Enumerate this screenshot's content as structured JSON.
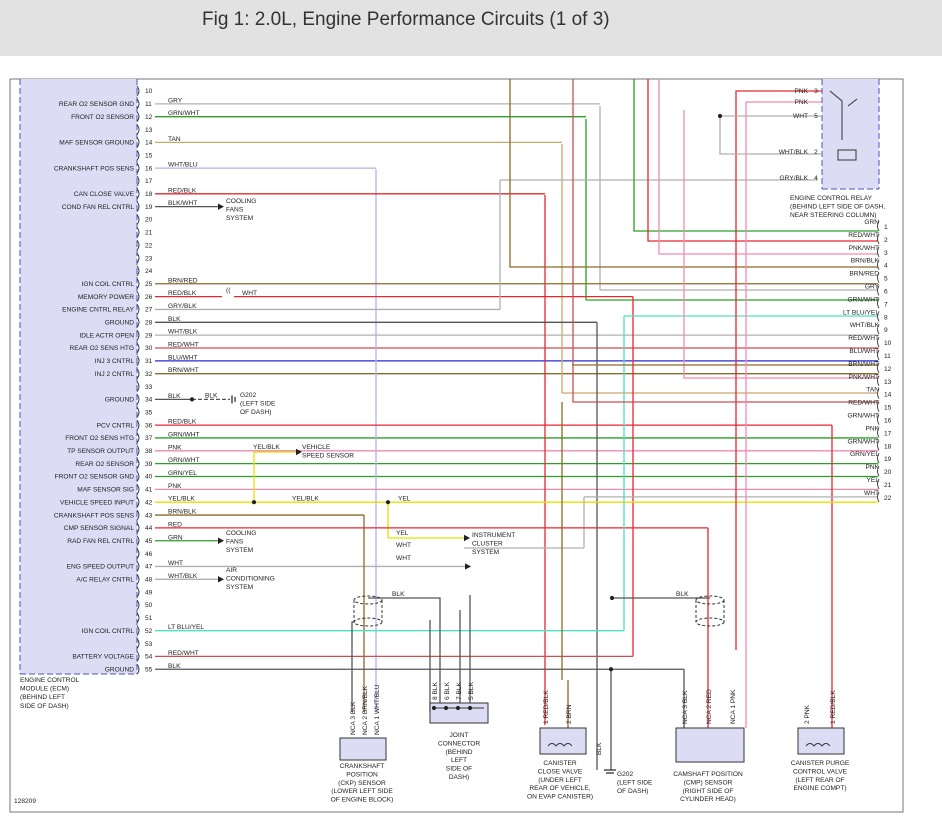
{
  "title": "Fig 1: 2.0L, Engine Performance Circuits (1 of 3)",
  "figure_id": "128209",
  "colors": {
    "ecm_fill": "#dcdcf5",
    "red": "#e8262f",
    "green": "#2aa02a",
    "yellow": "#e8e000",
    "brown": "#8a6a28",
    "pink": "#f08ab0",
    "grey": "#b0b0b0",
    "black": "#555555",
    "blue": "#2a2ad8",
    "ltblu": "#4fe0c0",
    "tan": "#c9a86a",
    "redwht": "#c85050",
    "violet": "#b8b0e0"
  },
  "ecm": {
    "title_lines": [
      "ENGINE CONTROL",
      "MODULE (ECM)",
      "(BEHIND LEFT",
      "SIDE OF DASH)"
    ],
    "pins": [
      {
        "n": "10",
        "label": "",
        "wire": ""
      },
      {
        "n": "11",
        "label": "REAR O2 SENSOR GND",
        "wire": "GRY"
      },
      {
        "n": "12",
        "label": "FRONT O2 SENSOR",
        "wire": "GRN/WHT"
      },
      {
        "n": "13",
        "label": "",
        "wire": ""
      },
      {
        "n": "14",
        "label": "MAF SENSOR GROUND",
        "wire": "TAN"
      },
      {
        "n": "15",
        "label": "",
        "wire": ""
      },
      {
        "n": "16",
        "label": "CRANKSHAFT POS SENS",
        "wire": "WHT/BLU"
      },
      {
        "n": "17",
        "label": "",
        "wire": ""
      },
      {
        "n": "18",
        "label": "CAN CLOSE VALVE",
        "wire": "RED/BLK"
      },
      {
        "n": "19",
        "label": "COND FAN REL CNTRL",
        "wire": "BLK/WHT"
      },
      {
        "n": "20",
        "label": "",
        "wire": ""
      },
      {
        "n": "21",
        "label": "",
        "wire": ""
      },
      {
        "n": "22",
        "label": "",
        "wire": ""
      },
      {
        "n": "23",
        "label": "",
        "wire": ""
      },
      {
        "n": "24",
        "label": "",
        "wire": ""
      },
      {
        "n": "25",
        "label": "IGN COIL CNTRL",
        "wire": "BRN/RED"
      },
      {
        "n": "26",
        "label": "MEMORY POWER",
        "wire": "RED/BLK"
      },
      {
        "n": "27",
        "label": "ENGINE CNTRL RELAY",
        "wire": "GRY/BLK"
      },
      {
        "n": "28",
        "label": "GROUND",
        "wire": "BLK"
      },
      {
        "n": "29",
        "label": "IDLE ACTR OPEN",
        "wire": "WHT/BLK"
      },
      {
        "n": "30",
        "label": "REAR O2 SENS HTG",
        "wire": "RED/WHT"
      },
      {
        "n": "31",
        "label": "INJ 3 CNTRL",
        "wire": "BLU/WHT"
      },
      {
        "n": "32",
        "label": "INJ 2 CNTRL",
        "wire": "BRN/WHT"
      },
      {
        "n": "33",
        "label": "",
        "wire": ""
      },
      {
        "n": "34",
        "label": "GROUND",
        "wire": "BLK"
      },
      {
        "n": "35",
        "label": "",
        "wire": ""
      },
      {
        "n": "36",
        "label": "PCV CNTRL",
        "wire": "RED/BLK"
      },
      {
        "n": "37",
        "label": "FRONT O2 SENS HTG",
        "wire": "GRN/WHT"
      },
      {
        "n": "38",
        "label": "TP SENSOR OUTPUT",
        "wire": "PNK"
      },
      {
        "n": "39",
        "label": "REAR O2 SENSOR",
        "wire": "GRN/WHT"
      },
      {
        "n": "40",
        "label": "FRONT O2 SENSOR GND",
        "wire": "GRN/YEL"
      },
      {
        "n": "41",
        "label": "MAF SENSOR SIG",
        "wire": "PNK"
      },
      {
        "n": "42",
        "label": "VEHICLE SPEED INPUT",
        "wire": "YEL/BLK"
      },
      {
        "n": "43",
        "label": "CRANKSHAFT POS SENS",
        "wire": "BRN/BLK"
      },
      {
        "n": "44",
        "label": "CMP SENSOR SIGNAL",
        "wire": "RED"
      },
      {
        "n": "45",
        "label": "RAD FAN REL CNTRL",
        "wire": "GRN"
      },
      {
        "n": "46",
        "label": "",
        "wire": ""
      },
      {
        "n": "47",
        "label": "ENG SPEED OUTPUT",
        "wire": "WHT"
      },
      {
        "n": "48",
        "label": "A/C RELAY CNTRL",
        "wire": "WHT/BLK"
      },
      {
        "n": "49",
        "label": "",
        "wire": ""
      },
      {
        "n": "50",
        "label": "",
        "wire": ""
      },
      {
        "n": "51",
        "label": "",
        "wire": ""
      },
      {
        "n": "52",
        "label": "IGN COIL CNTRL",
        "wire": "LT BLU/YEL"
      },
      {
        "n": "53",
        "label": "",
        "wire": ""
      },
      {
        "n": "54",
        "label": "BATTERY VOLTAGE",
        "wire": "RED/WHT"
      },
      {
        "n": "55",
        "label": "GROUND",
        "wire": "BLK"
      }
    ]
  },
  "right_connector": [
    {
      "n": "1",
      "wire": "GRN"
    },
    {
      "n": "2",
      "wire": "RED/WHT"
    },
    {
      "n": "3",
      "wire": "PNK/WHT"
    },
    {
      "n": "4",
      "wire": "BRN/BLK"
    },
    {
      "n": "5",
      "wire": "BRN/RED"
    },
    {
      "n": "6",
      "wire": "GRY"
    },
    {
      "n": "7",
      "wire": "GRN/WHT"
    },
    {
      "n": "8",
      "wire": "LT BLU/YEL"
    },
    {
      "n": "9",
      "wire": "WHT/BLK"
    },
    {
      "n": "10",
      "wire": "RED/WHT"
    },
    {
      "n": "11",
      "wire": "BLU/WHT"
    },
    {
      "n": "12",
      "wire": "BRN/WHT"
    },
    {
      "n": "13",
      "wire": "PNK/WHT"
    },
    {
      "n": "14",
      "wire": "TAN"
    },
    {
      "n": "15",
      "wire": "RED/WHT"
    },
    {
      "n": "16",
      "wire": "GRN/WHT"
    },
    {
      "n": "17",
      "wire": "PNK"
    },
    {
      "n": "18",
      "wire": "GRN/WHT"
    },
    {
      "n": "19",
      "wire": "GRN/YEL"
    },
    {
      "n": "20",
      "wire": "PNK"
    },
    {
      "n": "21",
      "wire": "YEL"
    },
    {
      "n": "22",
      "wire": "WHT"
    }
  ],
  "relay": {
    "title_lines": [
      "ENGINE CONTROL RELAY",
      "(BEHIND LEFT SIDE OF DASH,",
      "NEAR STEERING COLUMN)"
    ],
    "pins": [
      {
        "n": "3",
        "wire": "PNK"
      },
      {
        "n": "",
        "wire": "PNK"
      },
      {
        "n": "5",
        "wire": "WHT"
      },
      {
        "n": "2",
        "wire": "WHT/BLK"
      },
      {
        "n": "4",
        "wire": "GRY/BLK"
      }
    ]
  },
  "cooling_fans_1": [
    "COOLING",
    "FANS",
    "SYSTEM"
  ],
  "cooling_fans_2": [
    "COOLING",
    "FANS",
    "SYSTEM"
  ],
  "ac_system": [
    "AIR",
    "CONDITIONING",
    "SYSTEM"
  ],
  "vss": {
    "wire": "YEL/BLK",
    "lines": [
      "VEHICLE",
      "SPEED SENSOR"
    ]
  },
  "vss_wire2": "YEL/BLK",
  "vss_yel": "YEL",
  "cluster": {
    "lines": [
      "INSTRUMENT",
      "CLUSTER",
      "SYSTEM"
    ],
    "wire1": "YEL",
    "wire2": "WHT",
    "wire3": "WHT"
  },
  "memory_wht": "WHT",
  "g202_top": {
    "wire": "BLK",
    "lines": [
      "G202",
      "(LEFT SIDE",
      "OF DASH)"
    ]
  },
  "g202_bottom": {
    "wire": "BLK",
    "lines": [
      "G202",
      "(LEFT SIDE",
      "OF DASH)"
    ]
  },
  "shield_blk_1": "BLK",
  "shield_blk_2": "BLK",
  "ckp": {
    "pins": [
      {
        "n": "3",
        "wire": "BLK",
        "nca": "NCA"
      },
      {
        "n": "2",
        "wire": "BRN/BLK",
        "nca": "NCA"
      },
      {
        "n": "1",
        "wire": "WHT/BLU",
        "nca": "NCA"
      }
    ],
    "lines": [
      "CRANKSHAFT",
      "POSITION",
      "(CKP) SENSOR",
      "(LOWER LEFT SIDE",
      "OF ENGINE BLOCK)"
    ]
  },
  "joint": {
    "pins": [
      {
        "n": "8",
        "wire": "BLK"
      },
      {
        "n": "6",
        "wire": "BLK"
      },
      {
        "n": "7",
        "wire": "BLK"
      },
      {
        "n": "5",
        "wire": "BLK"
      }
    ],
    "lines": [
      "JOINT",
      "CONNECTOR",
      "(BEHIND",
      "LEFT",
      "SIDE OF",
      "DASH)"
    ]
  },
  "ccv": {
    "pins": [
      {
        "n": "1",
        "wire": "RED/BLK"
      },
      {
        "n": "2",
        "wire": "BRN"
      }
    ],
    "lines": [
      "CANISTER",
      "CLOSE VALVE",
      "(UNDER LEFT",
      "REAR OF VEHICLE,",
      "ON EVAP CANISTER)"
    ]
  },
  "cmp": {
    "pins": [
      {
        "n": "3",
        "wire": "BLK",
        "nca": "NCA"
      },
      {
        "n": "2",
        "wire": "RED",
        "nca": "NCA"
      },
      {
        "n": "1",
        "wire": "PNK",
        "nca": "NCA"
      }
    ],
    "lines": [
      "CAMSHAFT POSITION",
      "(CMP) SENSOR",
      "(RIGHT SIDE OF",
      "CYLINDER HEAD)"
    ]
  },
  "cpv": {
    "pins": [
      {
        "n": "2",
        "wire": "PNK"
      },
      {
        "n": "1",
        "wire": "RED/BLK"
      }
    ],
    "lines": [
      "CANISTER PURGE",
      "CONTROL VALVE",
      "(LEFT REAR OF",
      "ENGINE COMPT)"
    ]
  }
}
